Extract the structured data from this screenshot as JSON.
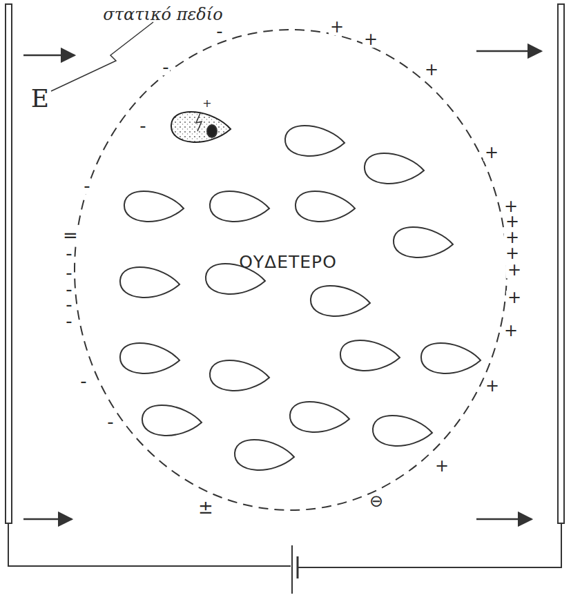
{
  "diagram": {
    "nodes": [
      {
        "text": [
          "ΟΥΔΕΤΕΡΟ"
        ]
      }
    ],
    "edges": [],
    "labels": [
      "στατικό πεδίο",
      "E",
      "-",
      "-",
      "-",
      "-",
      "=",
      "-",
      "-",
      "-",
      "-",
      "-",
      "-",
      "-",
      "±",
      "+",
      "+",
      "+",
      "+",
      "+",
      "+",
      "+",
      "+",
      "+",
      "+",
      "+",
      "+",
      "+",
      "⊖",
      "+"
    ]
  }
}
